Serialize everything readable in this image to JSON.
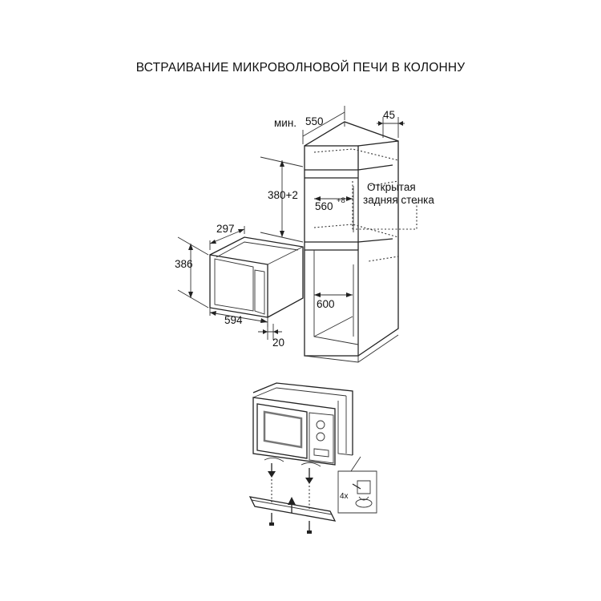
{
  "title": "ВСТРАИВАНИЕ МИКРОВОЛНОВОЙ ПЕЧИ В КОЛОННУ",
  "dimensions": {
    "min_prefix": "мин.",
    "depth": "550",
    "panel": "45",
    "niche_height_base": "380",
    "niche_height_tol": "+2",
    "niche_width_base": "560",
    "niche_width_tol": "+8",
    "column_width": "600",
    "oven_depth": "297",
    "oven_height": "386",
    "oven_width": "594",
    "frame": "20"
  },
  "note": {
    "line1": "Открытая",
    "line2": "задняя стенка"
  },
  "install": {
    "qty": "4x"
  }
}
